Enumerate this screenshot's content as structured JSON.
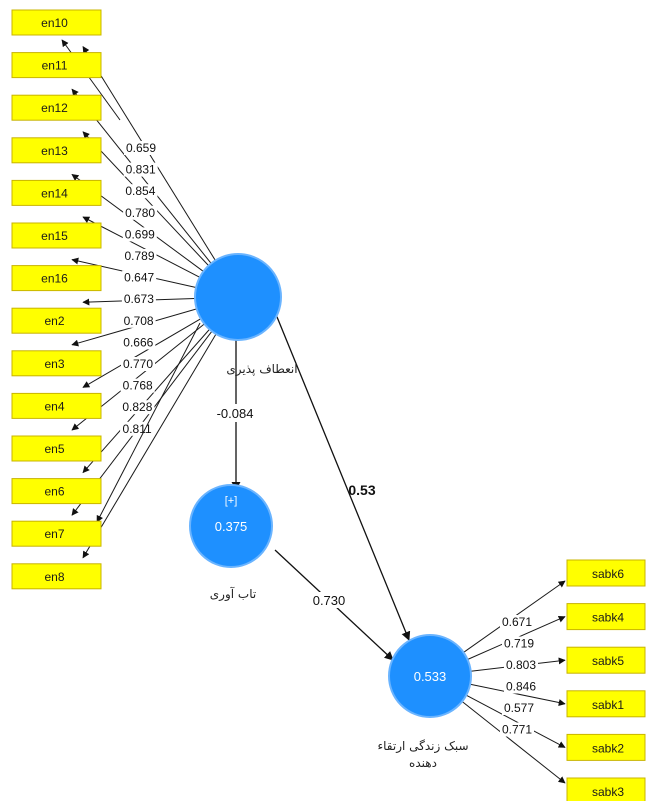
{
  "colors": {
    "indicator_fill": "#ffff00",
    "indicator_border": "#c8b400",
    "latent_fill": "#1e90ff",
    "latent_border": "#5aa8ff",
    "edge": "#1a1a1a"
  },
  "latent": {
    "adaptability": {
      "name": "انعطاف پذیری"
    },
    "resilience": {
      "name": "تاب آوری",
      "r2": "0.375",
      "tag": "[+]"
    },
    "lifestyle": {
      "name_line1": "سبک زندگی ارتقاء",
      "name_line2": "دهنده",
      "r2": "0.533"
    }
  },
  "paths": {
    "adapt_to_resil": "-0.084",
    "adapt_to_life": "0.53",
    "resil_to_life": "0.730"
  },
  "left_indicators": [
    {
      "label": "en10",
      "loading": ""
    },
    {
      "label": "en11",
      "loading": "0.659"
    },
    {
      "label": "en12",
      "loading": "0.831"
    },
    {
      "label": "en13",
      "loading": "0.854"
    },
    {
      "label": "en14",
      "loading": "0.780"
    },
    {
      "label": "en15",
      "loading": "0.699"
    },
    {
      "label": "en16",
      "loading": "0.789"
    },
    {
      "label": "en2",
      "loading": "0.647"
    },
    {
      "label": "en3",
      "loading": "0.673"
    },
    {
      "label": "en4",
      "loading": "0.708"
    },
    {
      "label": "en5",
      "loading": "0.666"
    },
    {
      "label": "en6",
      "loading": "0.770"
    },
    {
      "label": "en7",
      "loading": "0.768"
    },
    {
      "label": "en8",
      "loading": "0.828"
    }
  ],
  "extra_left_loading": "0.811",
  "right_indicators": [
    {
      "label": "sabk6",
      "loading": "0.671"
    },
    {
      "label": "sabk4",
      "loading": "0.719"
    },
    {
      "label": "sabk5",
      "loading": "0.803"
    },
    {
      "label": "sabk1",
      "loading": "0.846"
    },
    {
      "label": "sabk2",
      "loading": "0.577"
    },
    {
      "label": "sabk3",
      "loading": "0.771"
    }
  ]
}
